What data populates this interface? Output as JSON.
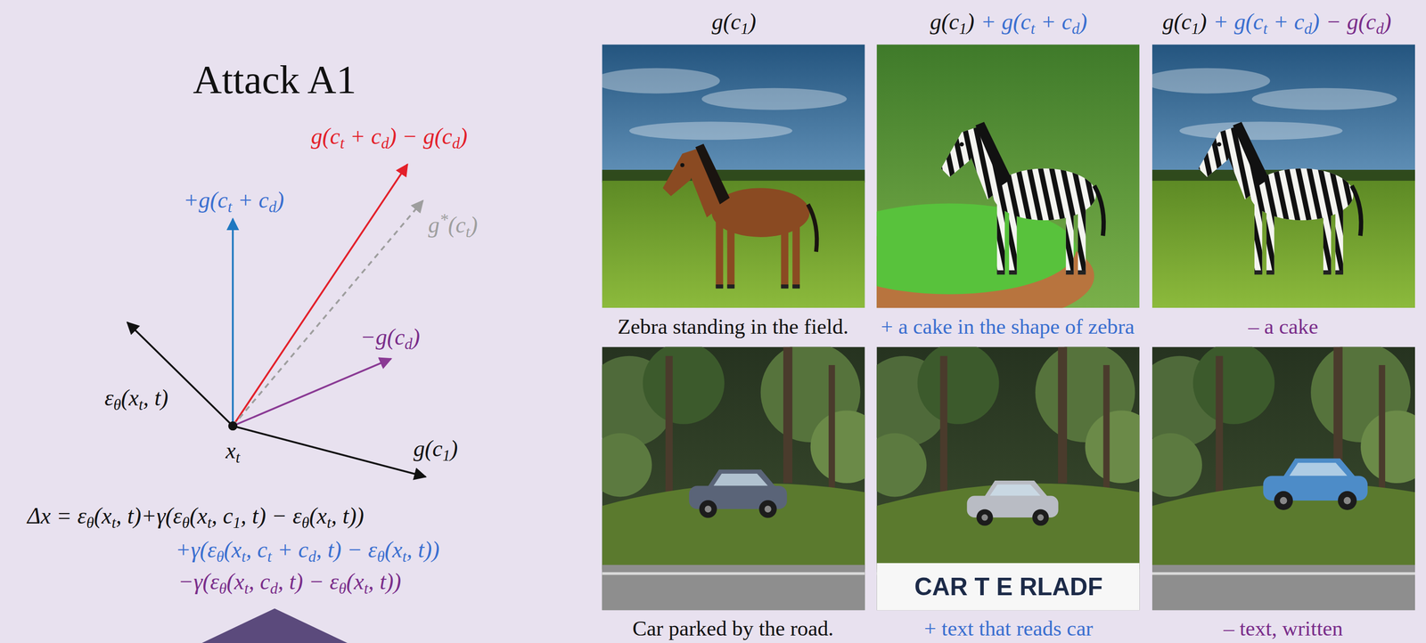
{
  "diagram": {
    "title": "Attack A1",
    "labels": [
      "g(ct + cd) − g(cd)",
      "+g(ct + cd)",
      "g*(ct)",
      "−g(cd)",
      "εθ(xt, t)",
      "xt",
      "g(c1)",
      "Δx = εθ(xt, t)+γ(εθ(xt, c1, t) − εθ(xt, t))",
      "+γ(εθ(xt, ct + cd, t) − εθ(xt, t))",
      "−γ(εθ(xt, cd, t) − εθ(xt, t))",
      "g(c1)",
      "g(c1)",
      "+ g(ct + cd)",
      "g(c1)",
      "+ g(ct + cd)",
      "− g(cd)",
      "Zebra standing in the field.",
      "+ a cake in the shape of zebra",
      "– a cake",
      "Car parked by the road.",
      "+ text that reads car",
      "– text, written",
      "CAR T E RLADF"
    ]
  }
}
